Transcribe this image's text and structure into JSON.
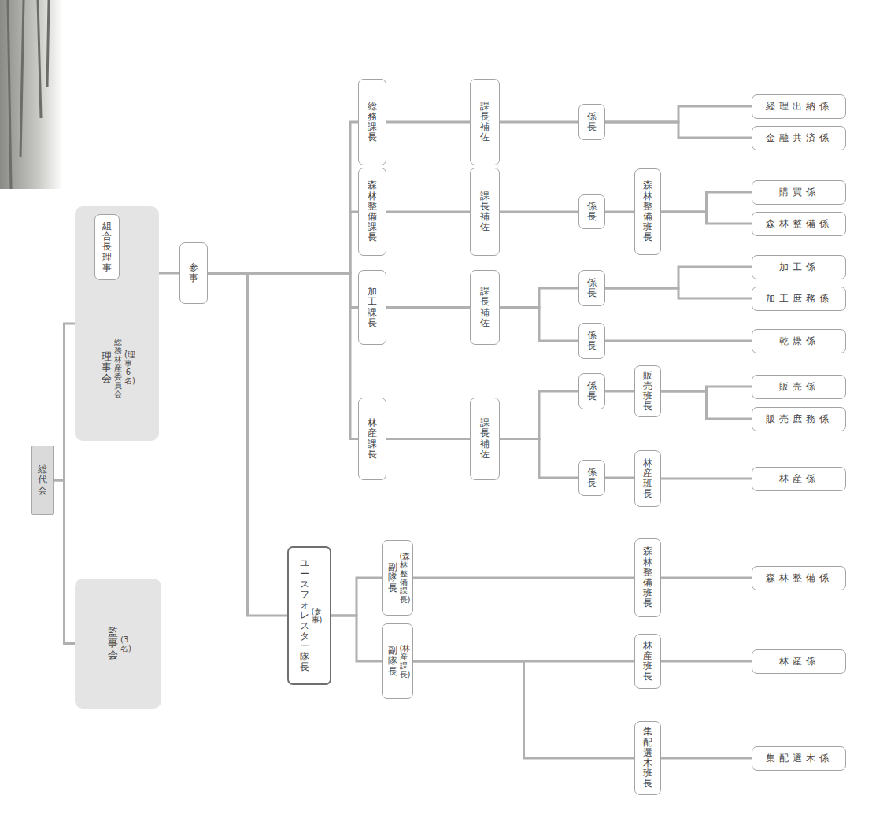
{
  "diagram": {
    "nodes": [
      {
        "text": [
          "総代会"
        ]
      },
      {
        "text": [
          "理事会",
          "総務・林産委員会",
          "(理事6名)"
        ]
      },
      {
        "text": [
          "組合長理事"
        ],
        "in": 1
      },
      {
        "text": [
          "監事会",
          "(3名)"
        ]
      },
      {
        "text": [
          "参事"
        ]
      },
      {
        "text": [
          "総務課長"
        ]
      },
      {
        "text": [
          "森林整備課長"
        ]
      },
      {
        "text": [
          "加工課長"
        ]
      },
      {
        "text": [
          "林産課長"
        ]
      },
      {
        "text": [
          "課長補佐"
        ]
      },
      {
        "text": [
          "課長補佐"
        ]
      },
      {
        "text": [
          "課長補佐"
        ]
      },
      {
        "text": [
          "課長補佐"
        ]
      },
      {
        "text": [
          "係長"
        ]
      },
      {
        "text": [
          "係長"
        ]
      },
      {
        "text": [
          "森林整備班長"
        ]
      },
      {
        "text": [
          "係長"
        ]
      },
      {
        "text": [
          "係長"
        ]
      },
      {
        "text": [
          "係長"
        ]
      },
      {
        "text": [
          "販売班長"
        ]
      },
      {
        "text": [
          "係長"
        ]
      },
      {
        "text": [
          "林産班長"
        ]
      },
      {
        "text": [
          "経理出納係"
        ]
      },
      {
        "text": [
          "金融共済係"
        ]
      },
      {
        "text": [
          "購買係"
        ]
      },
      {
        "text": [
          "森林整備係"
        ]
      },
      {
        "text": [
          "加工係"
        ]
      },
      {
        "text": [
          "加工庶務係"
        ]
      },
      {
        "text": [
          "乾燥係"
        ]
      },
      {
        "text": [
          "販売係"
        ]
      },
      {
        "text": [
          "販売庶務係"
        ]
      },
      {
        "text": [
          "林産係"
        ]
      },
      {
        "text": [
          "ユースフォレスター隊長",
          "(参事)"
        ]
      },
      {
        "text": [
          "副隊長",
          "(森林整備課長)"
        ]
      },
      {
        "text": [
          "副隊長",
          "(林産課長)"
        ]
      },
      {
        "text": [
          "森林整備班長"
        ]
      },
      {
        "text": [
          "林産班長"
        ]
      },
      {
        "text": [
          "集配選木班長"
        ]
      },
      {
        "text": [
          "森林整備係"
        ]
      },
      {
        "text": [
          "林産係"
        ]
      },
      {
        "text": [
          "集配選木係"
        ]
      }
    ],
    "edges": [
      {
        "from": 0,
        "to": 1,
        "arrow": "none"
      },
      {
        "from": 0,
        "to": 3,
        "arrow": "none"
      },
      {
        "from": 2,
        "to": 4,
        "arrow": "none"
      },
      {
        "from": 4,
        "to": 5,
        "arrow": "none"
      },
      {
        "from": 4,
        "to": 6,
        "arrow": "none"
      },
      {
        "from": 4,
        "to": 7,
        "arrow": "none"
      },
      {
        "from": 4,
        "to": 8,
        "arrow": "none"
      },
      {
        "from": 4,
        "to": 32,
        "arrow": "none"
      },
      {
        "from": 5,
        "to": 9,
        "arrow": "none"
      },
      {
        "from": 6,
        "to": 10,
        "arrow": "none"
      },
      {
        "from": 7,
        "to": 11,
        "arrow": "none"
      },
      {
        "from": 8,
        "to": 12,
        "arrow": "none"
      },
      {
        "from": 9,
        "to": 13,
        "arrow": "none"
      },
      {
        "from": 10,
        "to": 14,
        "arrow": "none"
      },
      {
        "from": 11,
        "to": 16,
        "arrow": "none"
      },
      {
        "from": 11,
        "to": 17,
        "arrow": "none"
      },
      {
        "from": 12,
        "to": 18,
        "arrow": "none"
      },
      {
        "from": 12,
        "to": 20,
        "arrow": "none"
      },
      {
        "from": 13,
        "to": 22,
        "arrow": "none"
      },
      {
        "from": 13,
        "to": 23,
        "arrow": "none"
      },
      {
        "from": 14,
        "to": 15,
        "arrow": "none"
      },
      {
        "from": 15,
        "to": 24,
        "arrow": "none"
      },
      {
        "from": 15,
        "to": 25,
        "arrow": "none"
      },
      {
        "from": 16,
        "to": 26,
        "arrow": "none"
      },
      {
        "from": 16,
        "to": 27,
        "arrow": "none"
      },
      {
        "from": 17,
        "to": 28,
        "arrow": "none"
      },
      {
        "from": 18,
        "to": 19,
        "arrow": "none"
      },
      {
        "from": 19,
        "to": 29,
        "arrow": "none"
      },
      {
        "from": 19,
        "to": 30,
        "arrow": "none"
      },
      {
        "from": 20,
        "to": 21,
        "arrow": "none"
      },
      {
        "from": 21,
        "to": 31,
        "arrow": "none"
      },
      {
        "from": 32,
        "to": 33,
        "arrow": "none"
      },
      {
        "from": 32,
        "to": 34,
        "arrow": "none"
      },
      {
        "from": 33,
        "to": 35,
        "arrow": "none"
      },
      {
        "from": 35,
        "to": 38,
        "arrow": "none"
      },
      {
        "from": 34,
        "to": 36,
        "arrow": "none"
      },
      {
        "from": 34,
        "to": 37,
        "arrow": "none"
      },
      {
        "from": 36,
        "to": 39,
        "arrow": "none"
      },
      {
        "from": 37,
        "to": 40,
        "arrow": "none"
      }
    ]
  }
}
